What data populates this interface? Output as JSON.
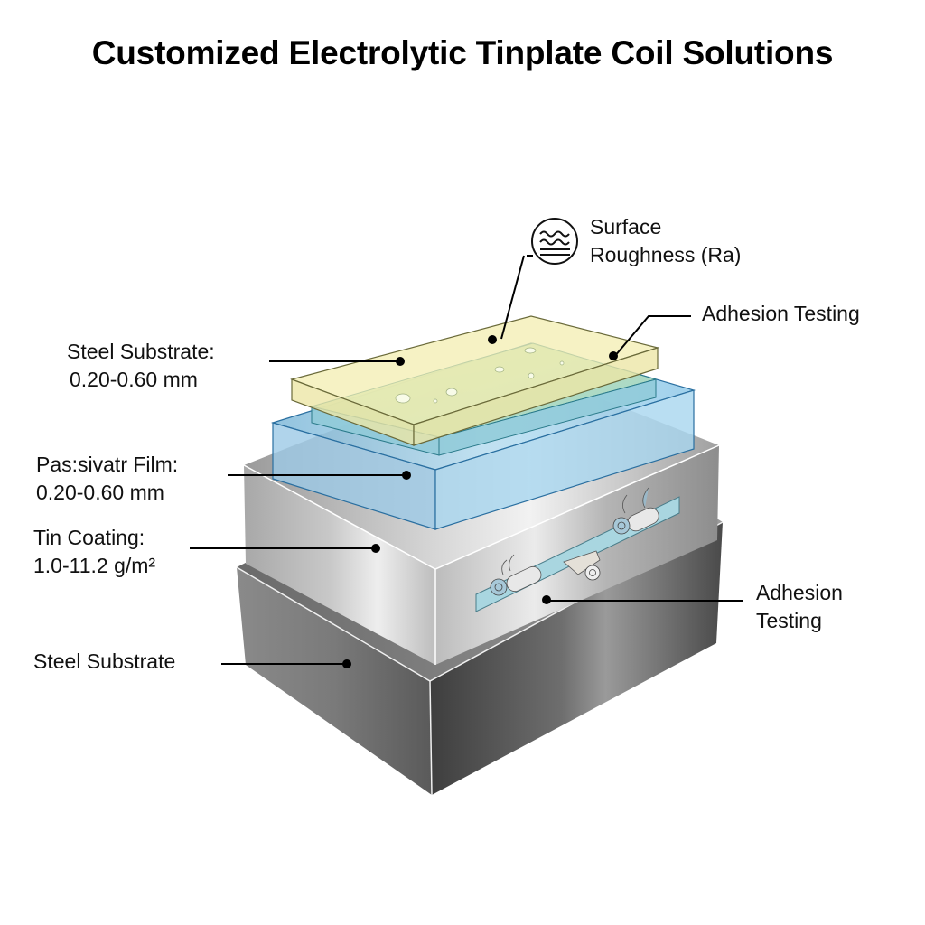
{
  "title": "Customized Electrolytic Tinplate Coil Solutions",
  "labels": {
    "surface_roughness": {
      "line1": "Surface",
      "line2": "Roughness (Ra)",
      "icon": "surface-roughness-icon"
    },
    "adhesion_top": {
      "text": "Adhesion Testing"
    },
    "steel_substrate_top": {
      "line1": "Steel Substrate:",
      "line2": "0.20-0.60 mm"
    },
    "passivation_film": {
      "line1": "Pas:sivatr Film:",
      "line2": "0.20-0.60 mm"
    },
    "tin_coating": {
      "line1": "Tin Coating:",
      "line2": "1.0-11.2 g/m²"
    },
    "steel_substrate_bottom": {
      "text": "Steel Substrate"
    },
    "adhesion_side": {
      "line1": "Adhesion",
      "line2": "Testing"
    }
  },
  "colors": {
    "yellow_layer": "#f3eeb0",
    "green_layer": "#bfe0b0",
    "blue_layer": "#9fd2ee",
    "silver_block": "#c8c8c8",
    "dark_block": "#6a6a6a",
    "tape": "#a9d6e0"
  }
}
